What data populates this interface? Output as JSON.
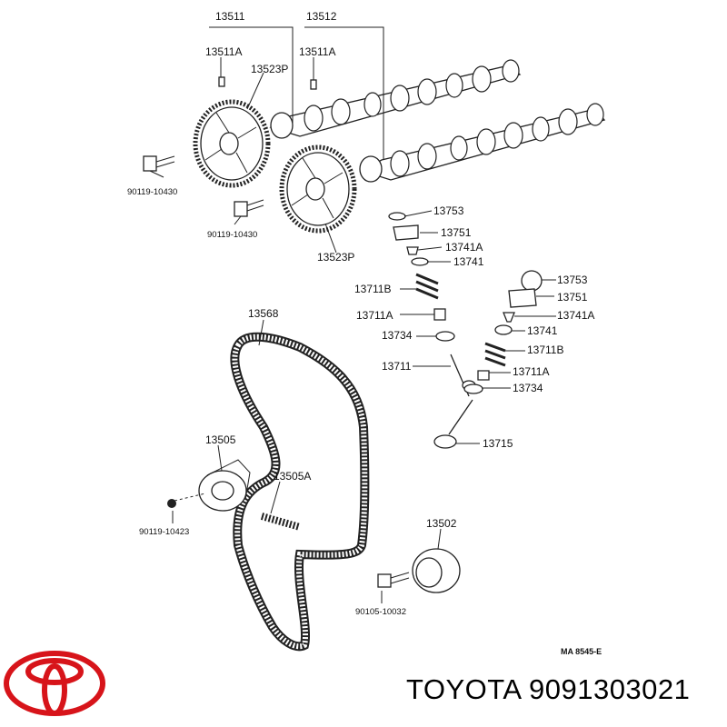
{
  "diagram": {
    "code": "MA 8545-E",
    "labels": {
      "camshaft_pair": "13511",
      "camshaft_pair_2": "13512",
      "pin_1": "13511A",
      "pin_2": "13511A",
      "sprocket_top": "13523P",
      "sprocket_bottom": "13523P",
      "bolt_1": "90119-10430",
      "bolt_2": "90119-10430",
      "shim_a": "13753",
      "lifter_a": "13751",
      "keeper_a": "13741A",
      "retainer_a": "13741",
      "spring_a": "13711B",
      "seat_a": "13711A",
      "seal_a": "13734",
      "valve_exhaust": "13711",
      "shim_b": "13753",
      "lifter_b": "13751",
      "keeper_b": "13741A",
      "retainer_b": "13741",
      "spring_b": "13711B",
      "seat_b": "13711A",
      "seal_b": "13734",
      "valve_intake": "13715",
      "timing_belt": "13568",
      "tensioner": "13505",
      "tension_spring": "13505A",
      "tensioner_bolt": "90119-10423",
      "idler": "13502",
      "idler_bolt": "90105-10032"
    }
  },
  "footer": {
    "brand_text": "TOYOTA 9091303021",
    "logo_color": "#d7141a"
  }
}
